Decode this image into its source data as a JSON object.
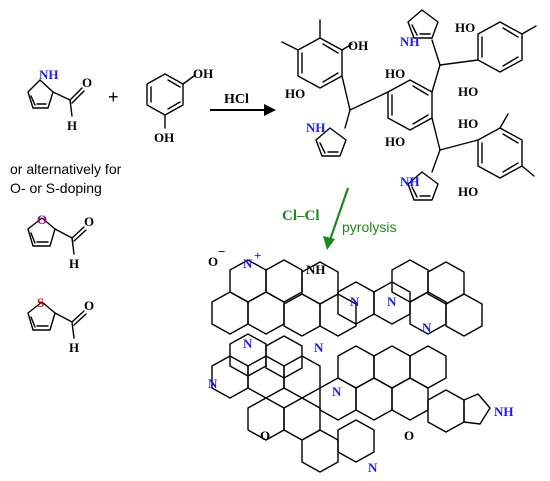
{
  "reaction": {
    "plus": "+",
    "reagent": "HCl",
    "alt_line1": "or alternatively for",
    "alt_line2": "O- or S-doping",
    "chlorine": "Cl–Cl",
    "pyrolysis": "pyrolysis"
  },
  "atoms": {
    "pyrrole_nh": "NH",
    "aldehyde_h": "H",
    "aldehyde_o": "O",
    "furan_o": "O",
    "thiophene_s": "S",
    "resorcinol_oh_top": "OH",
    "resorcinol_oh_bottom": "OH",
    "product_ho": "HO",
    "product_ho2": "HO",
    "product_oh": "OH",
    "product_ho3": "HO",
    "product_ho4": "HO",
    "product_ho5": "HO",
    "product_ho6": "HO",
    "product_ho7": "HO",
    "product_nh": "NH",
    "n_oxide_o": "O",
    "n_oxide_minus": "−",
    "n_oxide_n": "N",
    "n_oxide_plus": "+",
    "carbon_nh": "NH",
    "carbon_n": "N",
    "carbon_o": "O"
  },
  "colors": {
    "arrow_black": "#000000",
    "arrow_green": "#1a8a1a",
    "nitrogen_blue": "#1a1aff",
    "furan_o_purple": "#a0008c",
    "thiophene_s_red": "#e00000"
  }
}
